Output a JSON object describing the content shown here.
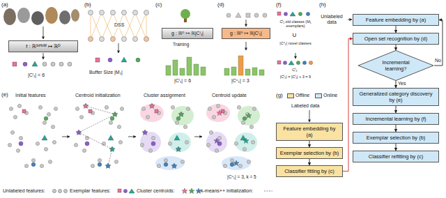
{
  "diagram": {
    "nodes": [
      {
        "text": [
          "f : ℝ³ˣᴴˣᵂ ↦ ℝᴰ"
        ]
      },
      {
        "text": [
          "g : ℝᴰ ↦ ℝ|Cˡ₁|"
        ]
      },
      {
        "text": [
          "g : ℝᴰ ↦ ℝ|Cˡ₁|"
        ]
      },
      {
        "text": [
          "Feature embedding by (a)"
        ]
      },
      {
        "text": [
          "Exemplar selection by (b)"
        ]
      },
      {
        "text": [
          "Classifier fitting by (c)"
        ]
      },
      {
        "text": [
          "Feature embedding by (a)"
        ]
      },
      {
        "text": [
          "Open set recognition by (d)"
        ]
      },
      {
        "text": [
          "Incremental learning?"
        ]
      },
      {
        "text": [
          "Generalized category discovery by (e)"
        ]
      },
      {
        "text": [
          "Incremental learning by (f)"
        ]
      },
      {
        "text": [
          "Exemplar selection by (b)"
        ]
      },
      {
        "text": [
          "Classifier refitting by (c)"
        ]
      }
    ],
    "edges": [
      {
        "from": 6,
        "to": 7,
        "arrow": "to"
      },
      {
        "from": 7,
        "to": 8,
        "arrow": "to"
      },
      {
        "from": 8,
        "to": 9,
        "label": "Yes",
        "arrow": "to"
      },
      {
        "from": 8,
        "to": 6,
        "label": "No",
        "arrow": "to"
      },
      {
        "from": 9,
        "to": 10,
        "arrow": "to"
      },
      {
        "from": 10,
        "to": 11,
        "arrow": "to"
      },
      {
        "from": 11,
        "to": 12,
        "arrow": "to"
      },
      {
        "from": 3,
        "to": 4,
        "arrow": "to"
      },
      {
        "from": 4,
        "to": 5,
        "arrow": "to"
      },
      {
        "from": 5,
        "to": 7,
        "arrow": "to"
      }
    ],
    "labels": [
      "(a)",
      "(b)",
      "(c)",
      "(d)",
      "(f)",
      "(h)",
      "(e)",
      "(g)",
      "|Cˡ₁| = 6",
      "DSS",
      "Buffer Size |M₁|",
      "Training",
      "|Cˡ₁| = 6",
      "|Cᵘ₁| = 3",
      "Cˡ₁ old classes (M₁ exemplars)",
      "∪",
      "|Cᵘ₁| novel classes",
      "Cˡ₂",
      "|Cˡ₂| = |Cˡ₁| + 3 = 9",
      "Unlabeled data",
      "Labeled data",
      "Initial features",
      "Centroid initialization",
      "Cluster assignment",
      "Centroid update",
      "Unlabeled features:",
      "Exemplar features:",
      "Cluster centroids:",
      "k-means++ initialization:",
      "|Cᵘ₁| = 3, k = 5"
    ],
    "legend": [
      {
        "text": "Offline",
        "color": "#f9e2a2"
      },
      {
        "text": "Online",
        "color": "#cfe8f8"
      }
    ]
  }
}
